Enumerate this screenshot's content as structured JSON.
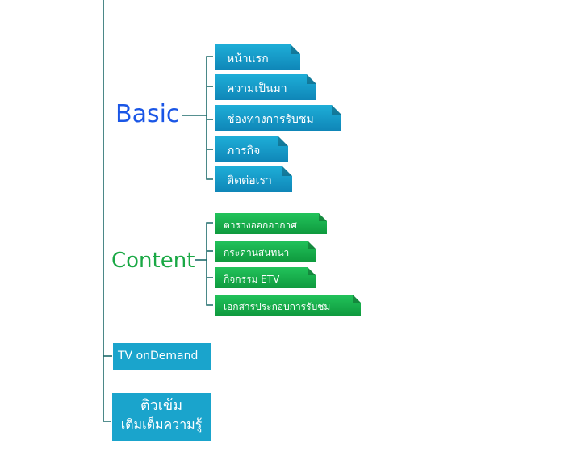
{
  "diagram": {
    "colors": {
      "line": "#1e6b6b",
      "basic_label": "#1a56e6",
      "content_label": "#1aa845",
      "blue_node": "#1aa4cc",
      "green_node": "#1aa845"
    },
    "groups": {
      "basic": {
        "label": "Basic",
        "items": [
          {
            "label": "หน้าแรก"
          },
          {
            "label": "ความเป็นมา"
          },
          {
            "label": "ช่องทางการรับชม"
          },
          {
            "label": "ภารกิจ"
          },
          {
            "label": "ติดต่อเรา"
          }
        ]
      },
      "content": {
        "label": "Content",
        "items": [
          {
            "label": "ตารางออกอากาศ"
          },
          {
            "label": "กระดานสนทนา"
          },
          {
            "label": "กิจกรรม ETV"
          },
          {
            "label": "เอกสารประกอบการรับชม"
          }
        ]
      }
    },
    "standalone": {
      "tv_on_demand": "TV onDemand",
      "tiw_line1": "ติวเข้ม",
      "tiw_line2": "เติมเต็มความรู้"
    }
  }
}
